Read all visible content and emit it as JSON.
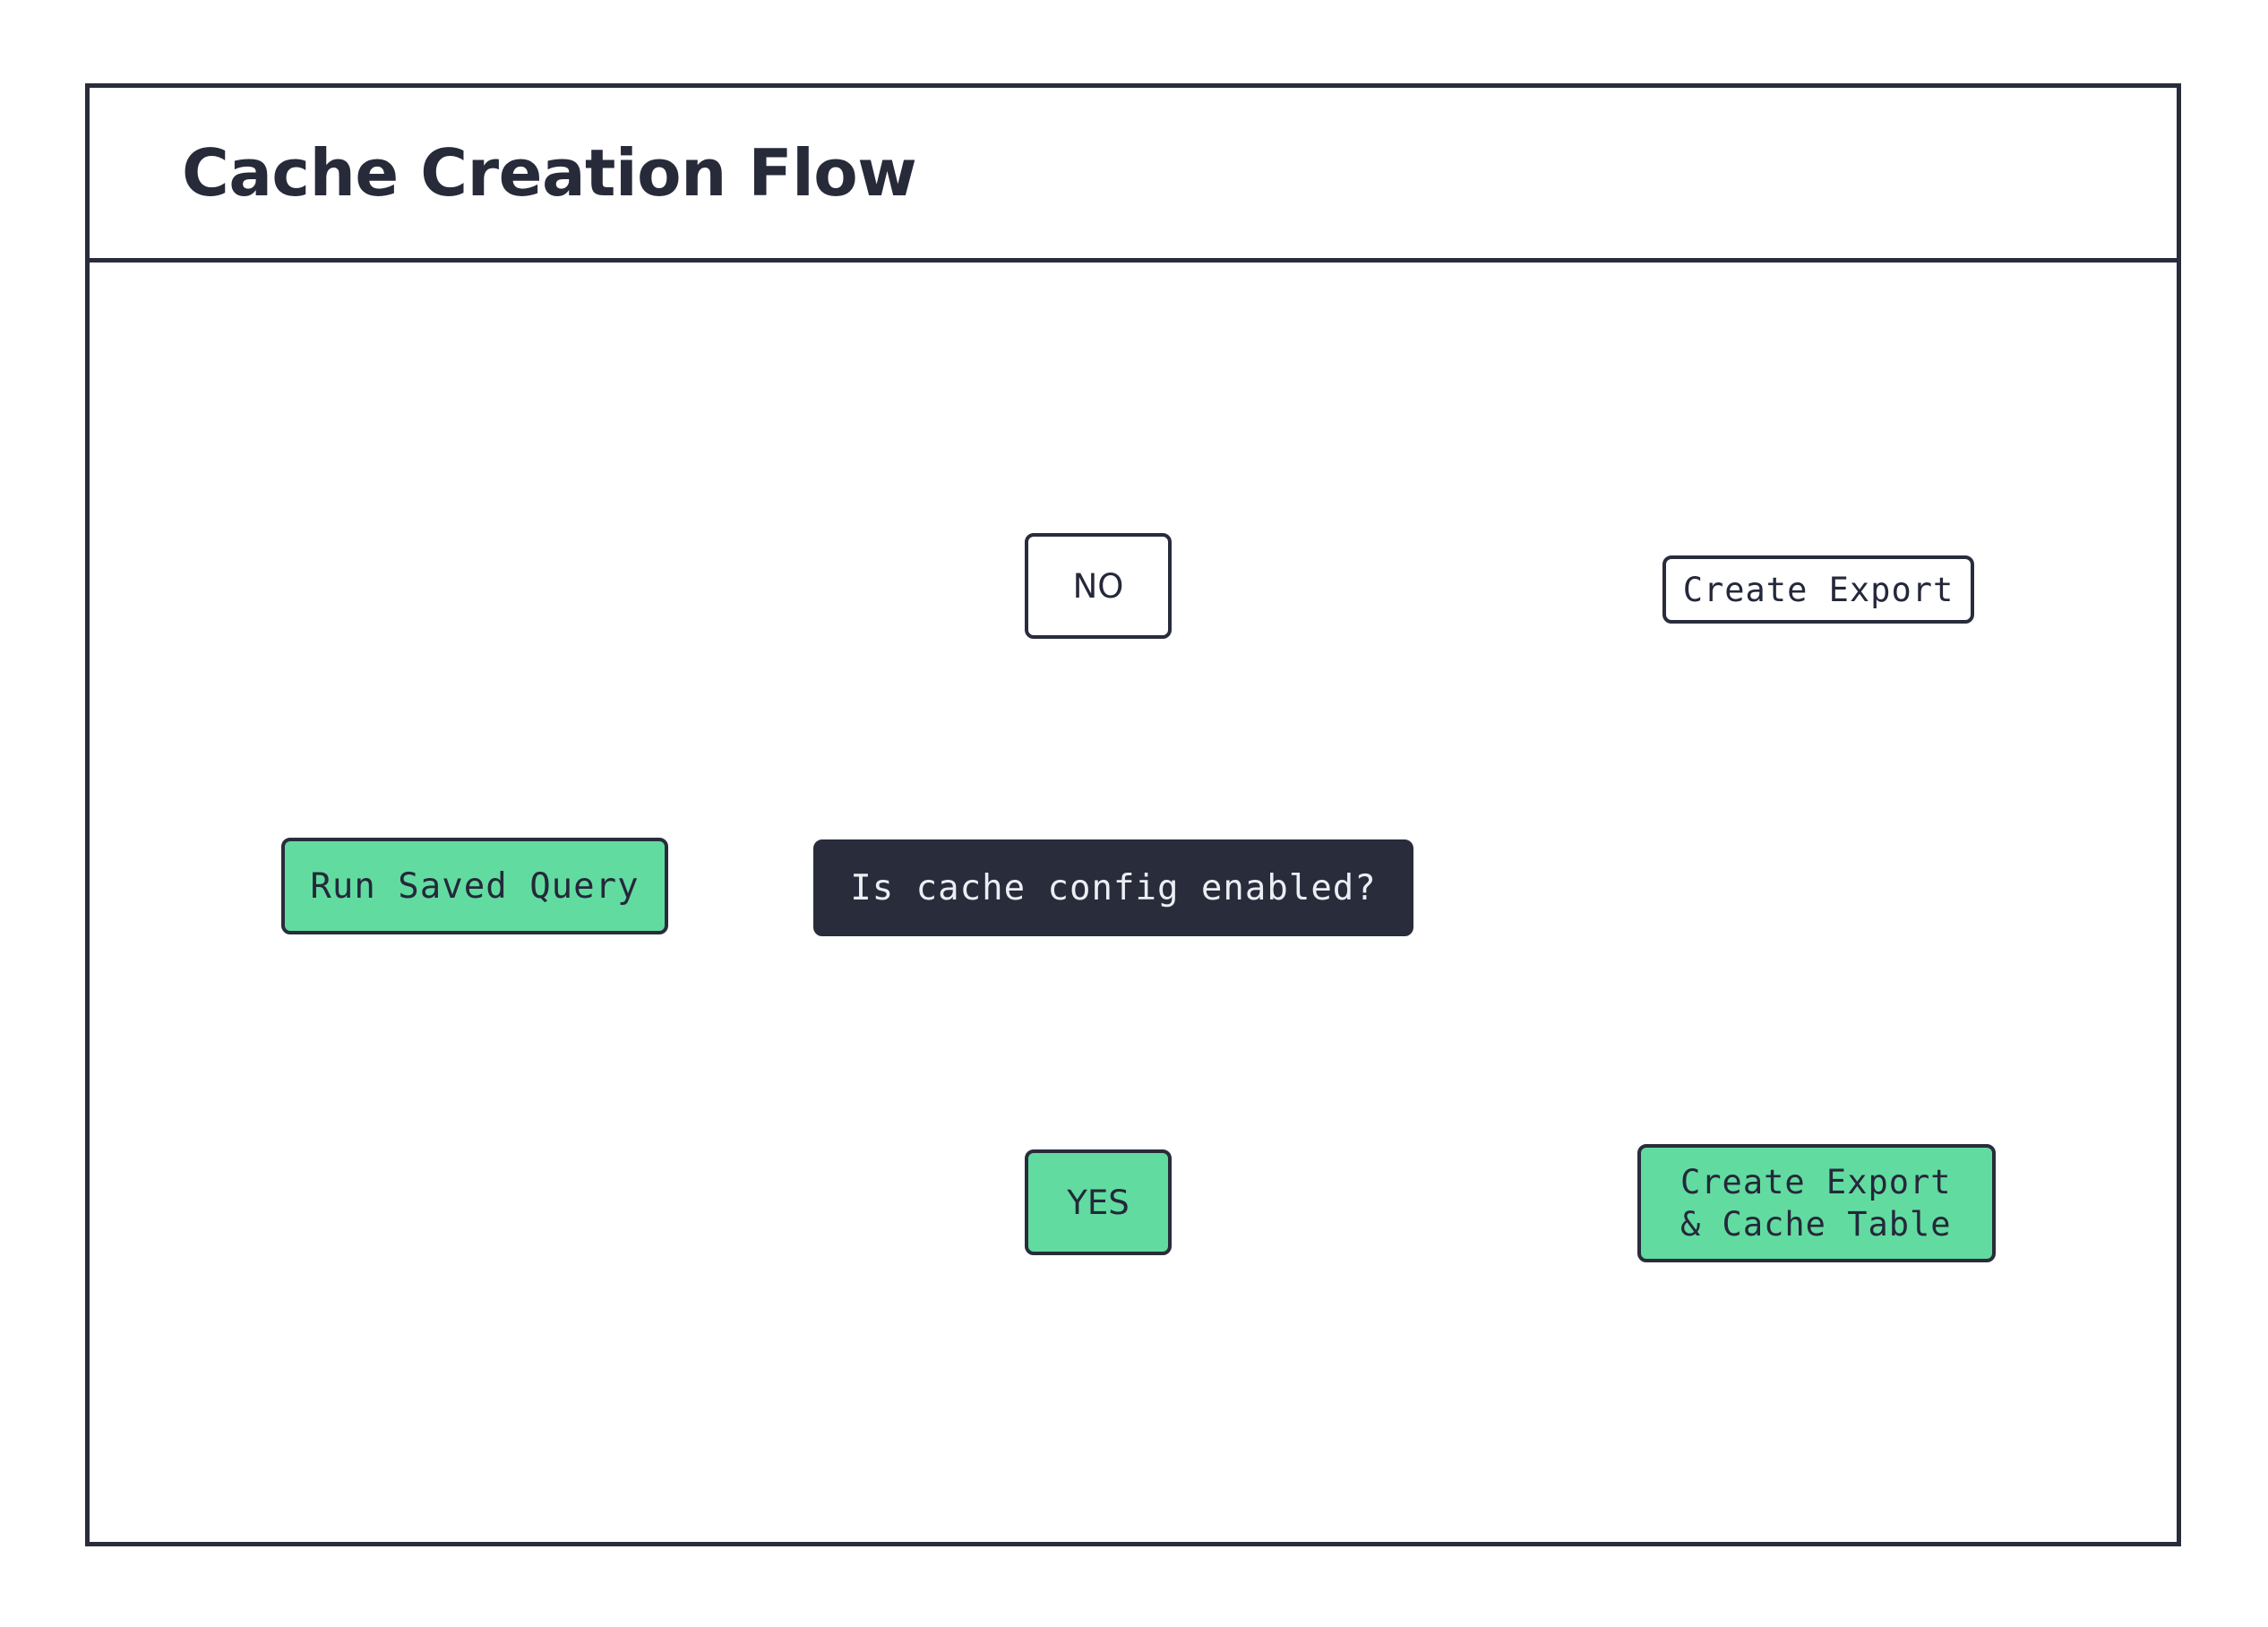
{
  "diagram": {
    "title": "Cache Creation Flow",
    "colors": {
      "ink": "#282c3b",
      "green": "#62dba0",
      "white": "#ffffff",
      "dark_text": "#24283a",
      "light_text": "#eceef3"
    }
  },
  "nodes": {
    "run_saved_query": {
      "label": "Run Saved Query",
      "shape": "rounded-rect",
      "fill": "green"
    },
    "decision": {
      "label": "Is cache config enabled?",
      "shape": "rounded-rect",
      "fill": "dark"
    },
    "branch_no": {
      "label": "NO",
      "shape": "rounded-rect",
      "fill": "white"
    },
    "branch_yes": {
      "label": "YES",
      "shape": "rounded-rect",
      "fill": "green"
    },
    "create_export": {
      "label": "Create Export",
      "shape": "database-cylinder",
      "fill": "white"
    },
    "create_export_cache": {
      "label_line_1": "Create Export",
      "label_line_2": "& Cache Table",
      "shape": "database-cylinder",
      "fill": "green"
    }
  },
  "edges": [
    {
      "from": "run_saved_query",
      "to": "decision"
    },
    {
      "from": "decision",
      "to": "branch_no"
    },
    {
      "from": "branch_no",
      "to": "create_export"
    },
    {
      "from": "decision",
      "to": "branch_yes"
    },
    {
      "from": "branch_yes",
      "to": "create_export_cache"
    }
  ]
}
